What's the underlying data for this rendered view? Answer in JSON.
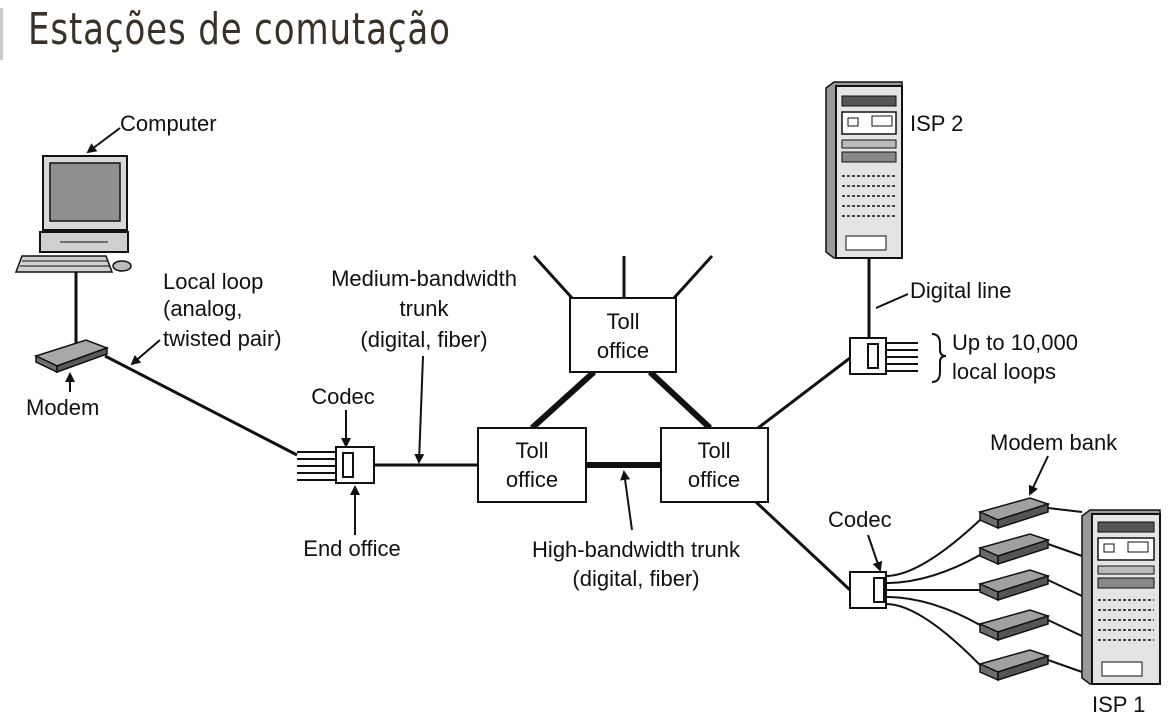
{
  "page": {
    "title": "Estações de comutação"
  },
  "labels": {
    "computer": "Computer",
    "modem": "Modem",
    "local_loop_1": "Local loop",
    "local_loop_2": "(analog,",
    "local_loop_3": "twisted pair)",
    "medium_trunk_1": "Medium-bandwidth",
    "medium_trunk_2": "trunk",
    "medium_trunk_3": "(digital, fiber)",
    "codec_left": "Codec",
    "end_office": "End office",
    "toll_top_1": "Toll",
    "toll_top_2": "office",
    "toll_left_1": "Toll",
    "toll_left_2": "office",
    "toll_right_1": "Toll",
    "toll_right_2": "office",
    "high_trunk_1": "High-bandwidth trunk",
    "high_trunk_2": "(digital, fiber)",
    "isp2": "ISP 2",
    "digital_line": "Digital line",
    "local_loops_1": "Up to 10,000",
    "local_loops_2": "local loops",
    "modem_bank": "Modem bank",
    "codec_right": "Codec",
    "isp1": "ISP 1"
  },
  "colors": {
    "title": "#3a3228",
    "line": "#111111",
    "device_fill": "#8a8a8a"
  }
}
